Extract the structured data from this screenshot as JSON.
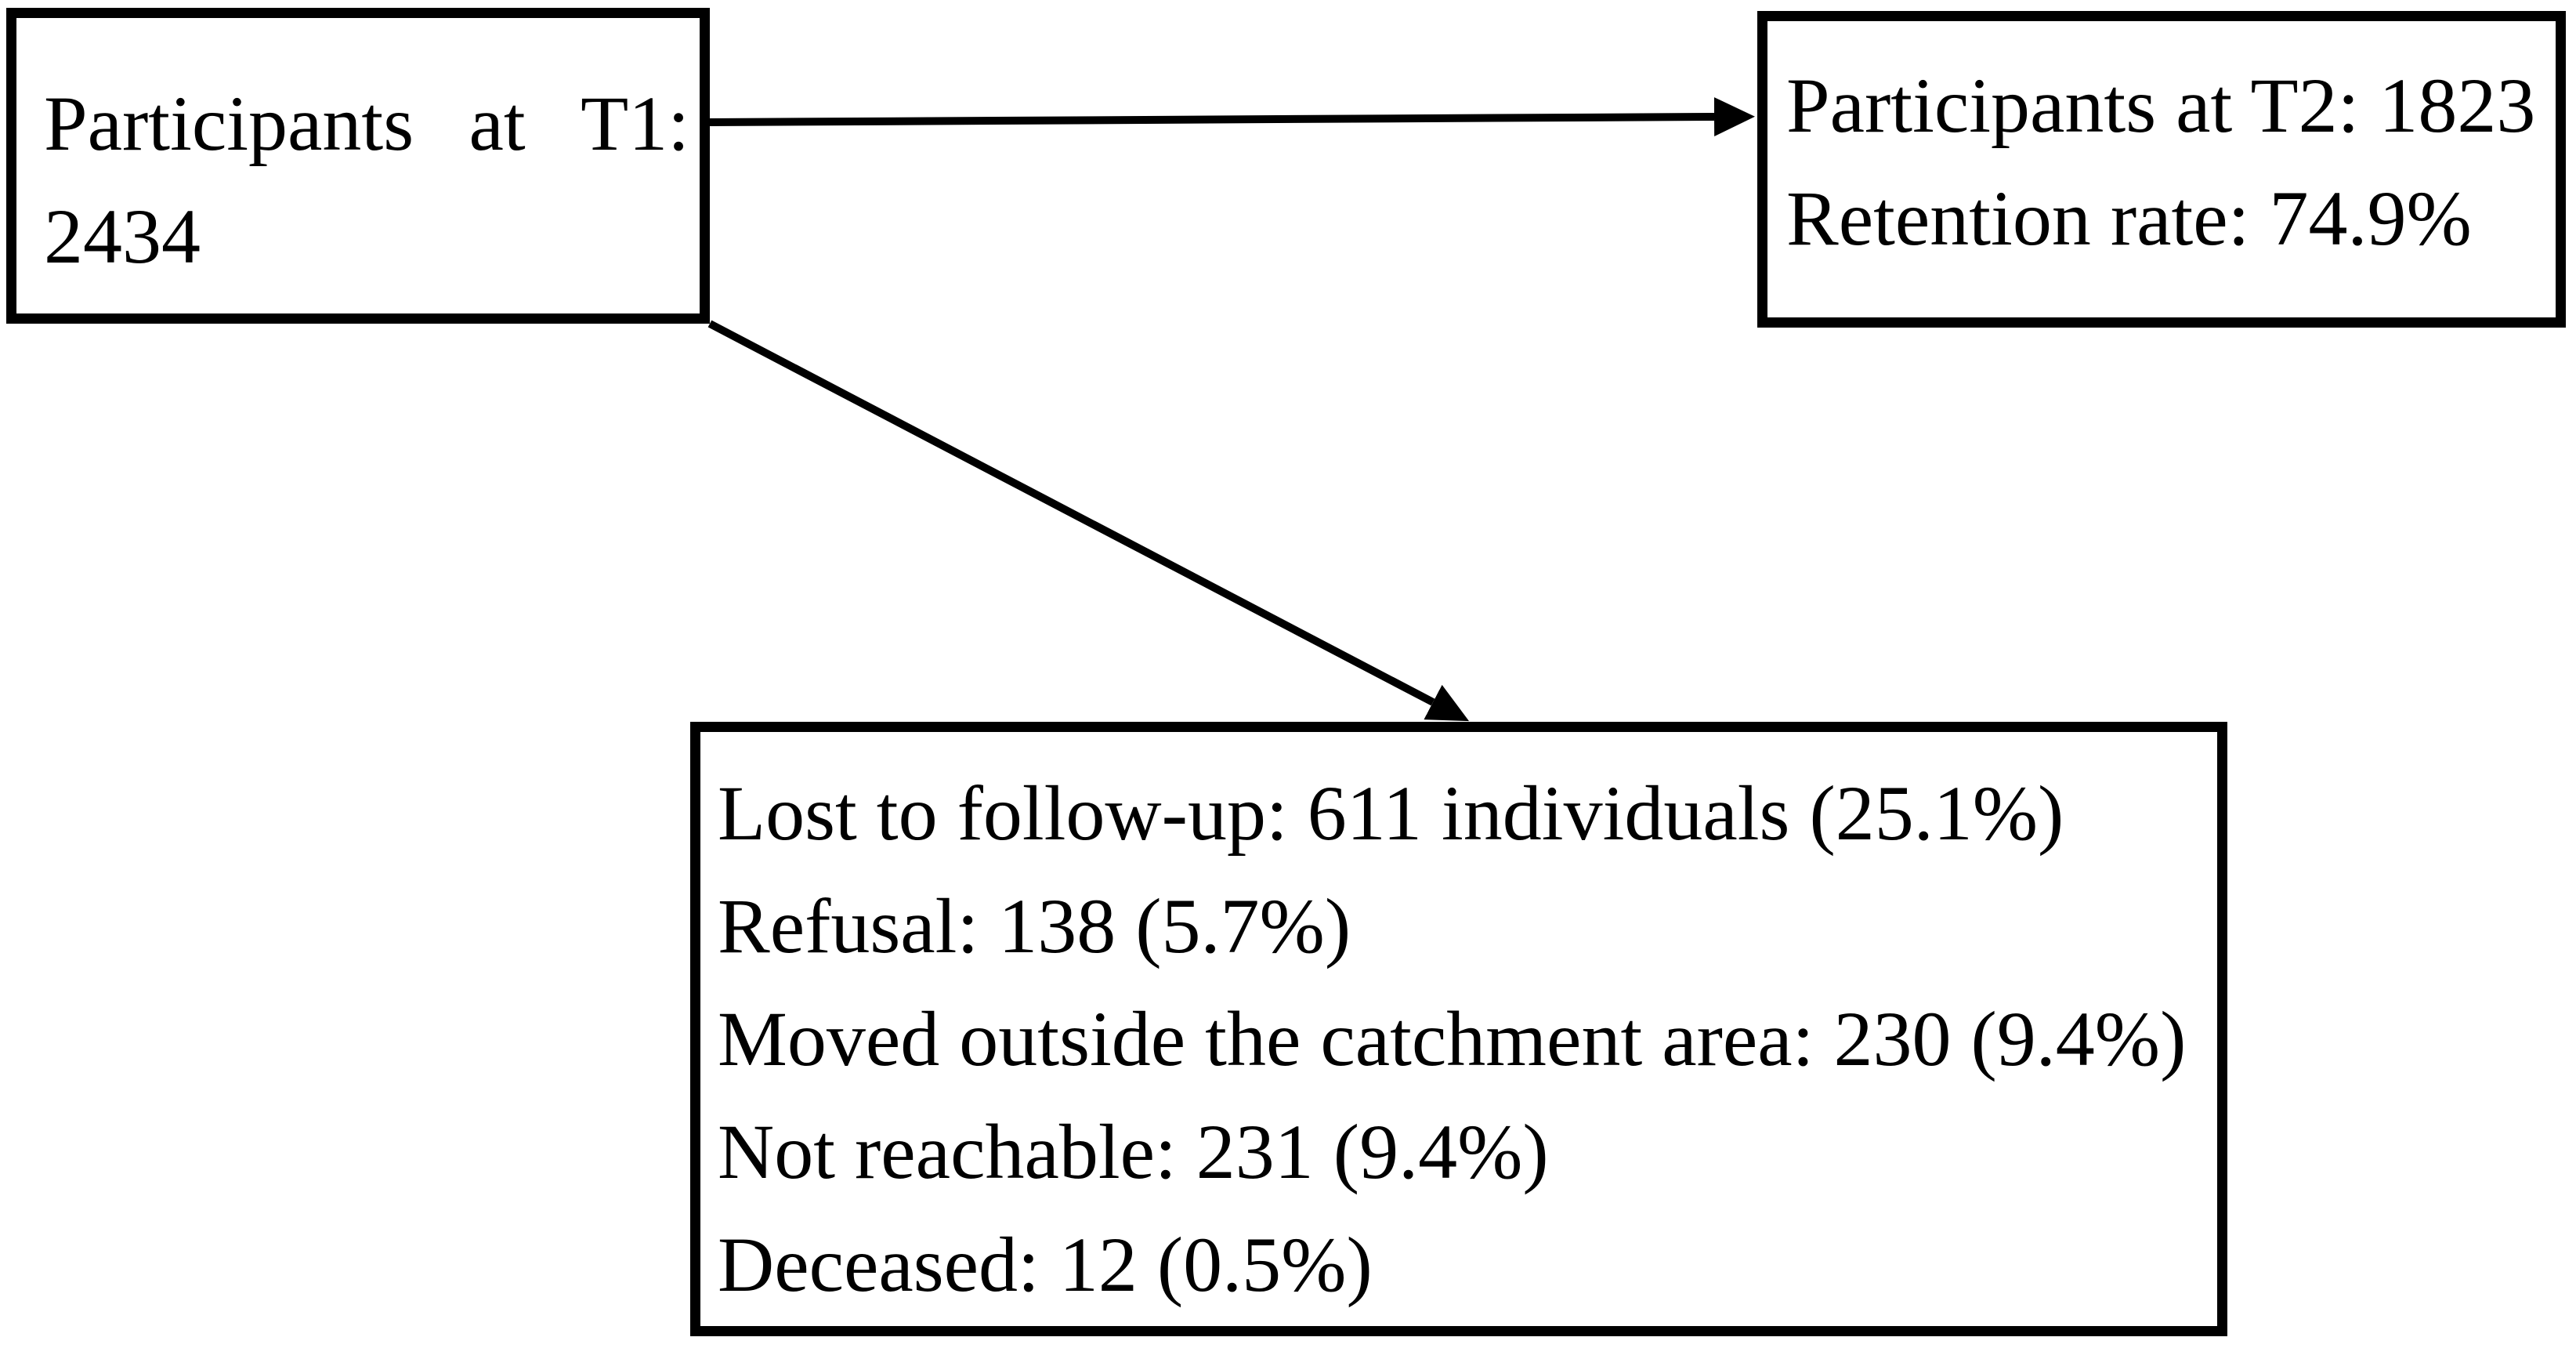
{
  "figure": {
    "background_color": "#ffffff",
    "line_color": "#000000"
  },
  "boxes": {
    "t1": {
      "words": [
        "Participants",
        "at",
        "T1:"
      ],
      "count_line": "2434"
    },
    "t2": {
      "lines": [
        "Participants at T2: 1823",
        "Retention rate: 74.9%"
      ]
    },
    "lost": {
      "lines": [
        "Lost to follow-up: 611 individuals (25.1%)",
        "Refusal: 138 (5.7%)",
        "Moved outside the catchment area: 230 (9.4%)",
        "Not reachable: 231 (9.4%)",
        "Deceased: 12 (0.5%)"
      ]
    }
  }
}
